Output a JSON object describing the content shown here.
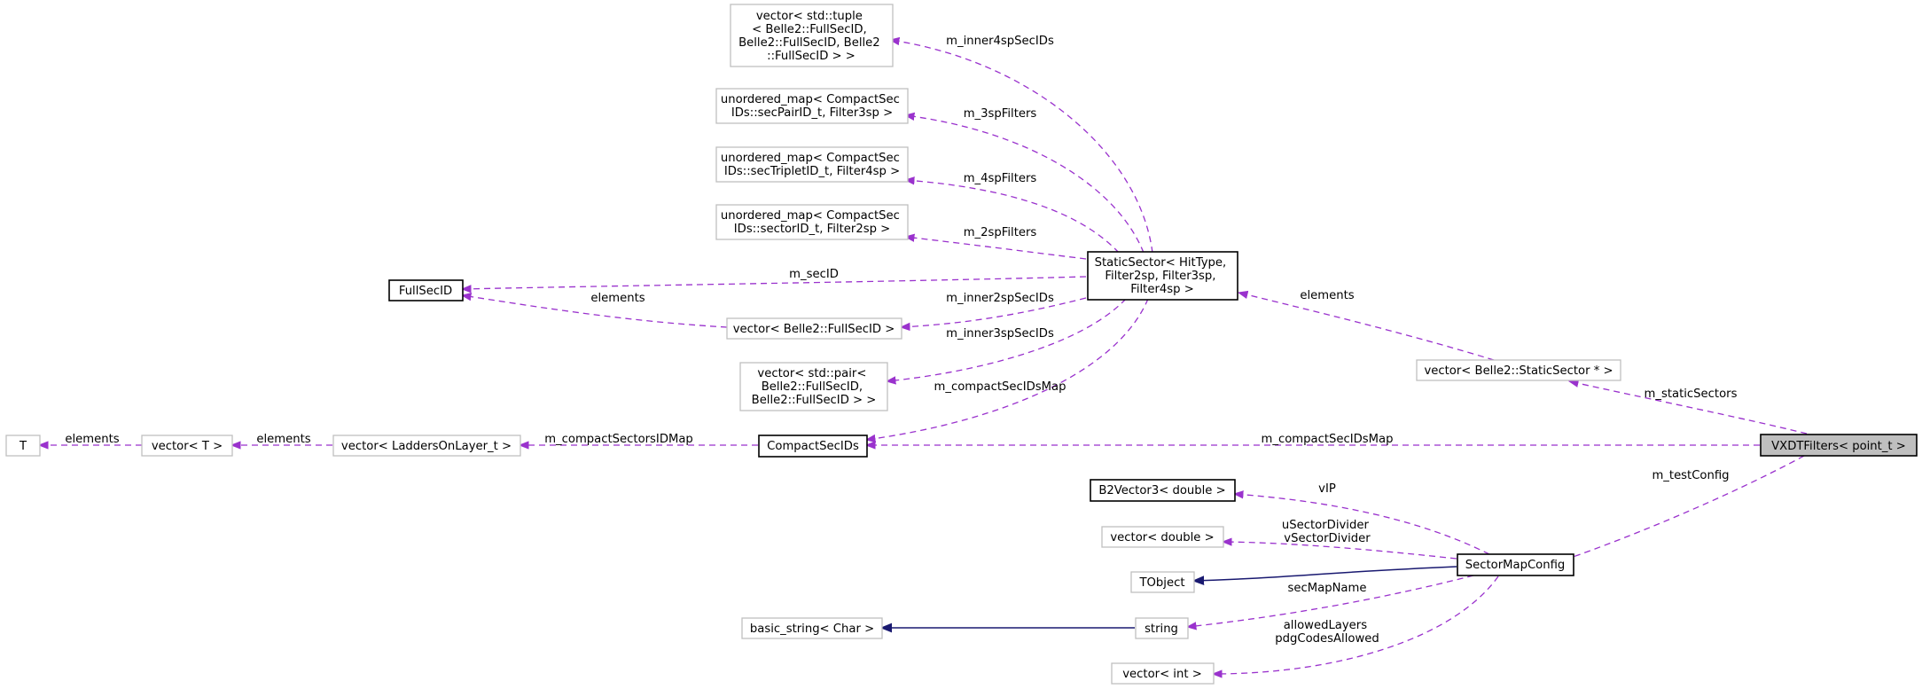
{
  "colors": {
    "usage_edge": "#9a32cd",
    "inheritance_edge": "#191970",
    "focus_fill": "#bfbfbf",
    "plain_border": "#bfbfbf",
    "documented_border": "#000000"
  },
  "nodes": {
    "vec_tuple": [
      "vector< std::tuple",
      "< Belle2::FullSecID,",
      "Belle2::FullSecID, Belle2",
      "::FullSecID > >"
    ],
    "umap_3sp": [
      "unordered_map< CompactSec",
      "IDs::secPairID_t, Filter3sp >"
    ],
    "umap_4sp": [
      "unordered_map< CompactSec",
      "IDs::secTripletID_t, Filter4sp >"
    ],
    "umap_2sp": [
      "unordered_map< CompactSec",
      "IDs::sectorID_t, Filter2sp >"
    ],
    "full_secid": [
      "FullSecID"
    ],
    "static_sector": [
      "StaticSector< HitType,",
      "Filter2sp, Filter3sp,",
      "Filter4sp >"
    ],
    "vec_fullsecid": [
      "vector< Belle2::FullSecID >"
    ],
    "vec_pair": [
      "vector< std::pair<",
      "Belle2::FullSecID,",
      "Belle2::FullSecID > >"
    ],
    "vec_static_sector": [
      "vector< Belle2::StaticSector * >"
    ],
    "t": [
      "T"
    ],
    "vec_t": [
      "vector< T >"
    ],
    "vec_ladders": [
      "vector< LaddersOnLayer_t >"
    ],
    "compact_secids": [
      "CompactSecIDs"
    ],
    "vxdtf_filters": [
      "VXDTFilters< point_t >"
    ],
    "b2vector3": [
      "B2Vector3< double >"
    ],
    "vec_double": [
      "vector< double >"
    ],
    "tobject": [
      "TObject"
    ],
    "sector_map_config": [
      "SectorMapConfig"
    ],
    "basic_string": [
      "basic_string< Char >"
    ],
    "string": [
      "string"
    ],
    "vec_int": [
      "vector< int >"
    ]
  },
  "edge_labels": {
    "inner4sp": [
      "m_inner4spSecIDs"
    ],
    "filters3sp": [
      "m_3spFilters"
    ],
    "filters4sp": [
      "m_4spFilters"
    ],
    "filters2sp": [
      "m_2spFilters"
    ],
    "secid": [
      "m_secID"
    ],
    "elements_fullsecid": [
      "elements"
    ],
    "inner2sp": [
      "m_inner2spSecIDs"
    ],
    "inner3sp": [
      "m_inner3spSecIDs"
    ],
    "compact_map_ss": [
      "m_compactSecIDsMap"
    ],
    "elements_static": [
      "elements"
    ],
    "static_sectors": [
      "m_staticSectors"
    ],
    "elements_t": [
      "elements"
    ],
    "elements_ladders": [
      "elements"
    ],
    "compact_sectors_idmap": [
      "m_compactSectorsIDMap"
    ],
    "compact_map_vx": [
      "m_compactSecIDsMap"
    ],
    "test_config": [
      "m_testConfig"
    ],
    "vip": [
      "vIP"
    ],
    "dividers": [
      "uSectorDivider",
      "vSectorDivider"
    ],
    "secmapname": [
      "secMapName"
    ],
    "layers": [
      "allowedLayers",
      "pdgCodesAllowed"
    ]
  }
}
